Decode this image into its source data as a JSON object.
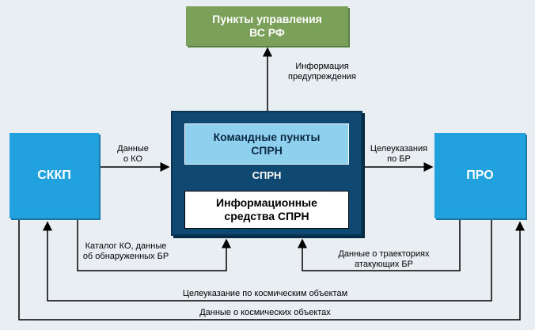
{
  "nodes": {
    "command_points": "Пункты управления ВС РФ",
    "sskp": "СККП",
    "pro": "ПРО",
    "sprn_command": "Командные пункты СПРН",
    "sprn": "СПРН",
    "sprn_info": "Информационные средства СПРН"
  },
  "edges": {
    "warning_info": "Информация\nпредупреждения",
    "ko_data": "Данные\nо КО",
    "target_br": "Целеуказания\nпо БР",
    "catalog": "Каталог КО, данные\nоб обнаруженных БР",
    "trajectories": "Данные о траекториях\nатакующих БР",
    "target_space": "Целеуказание по космическим объектам",
    "space_data": "Данные о космических объектах"
  },
  "colors": {
    "top_box": "#7aa05a",
    "side_boxes": "#21a1de",
    "main_box": "#0f4870",
    "inner_top": "#8fd0ee",
    "inner_bottom": "#ffffff",
    "background": "#e8eef2"
  }
}
